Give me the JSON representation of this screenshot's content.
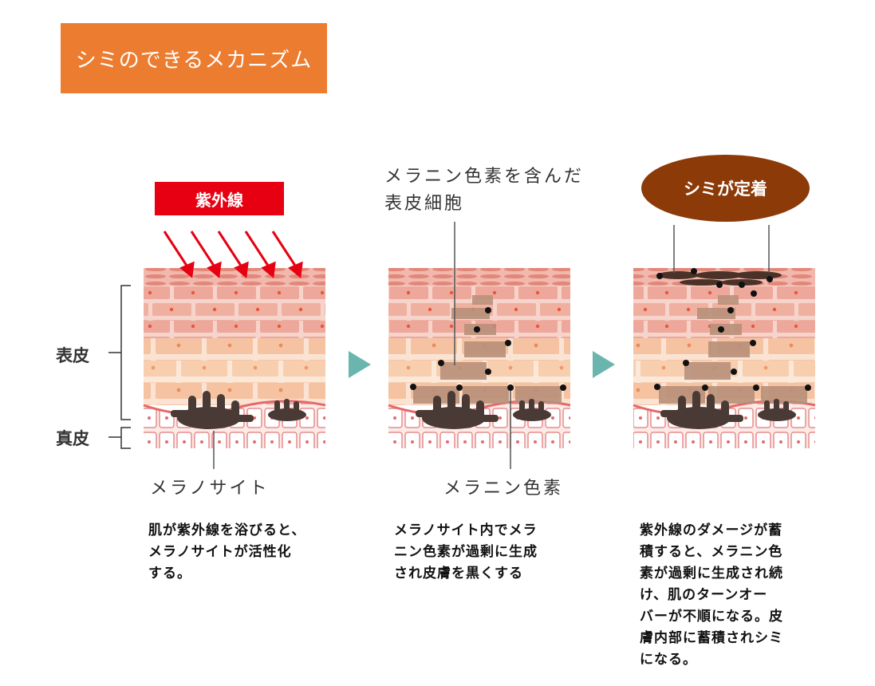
{
  "title": "シミのできるメカニズム",
  "uv_label": "紫外線",
  "settled_label": "シミが定着",
  "layer_labels": {
    "epidermis": "表皮",
    "dermis": "真皮"
  },
  "annotations": {
    "melanocyte": "メラノサイト",
    "melanin_cells": [
      "メラニン色素を含んだ",
      "表皮細胞"
    ],
    "melanin": "メラニン色素"
  },
  "captions": {
    "step1": [
      "肌が紫外線を浴びると、",
      "メラノサイトが活性化",
      "する。"
    ],
    "step2": [
      "メラノサイト内でメラ",
      "ニン色素が過剰に生成",
      "され皮膚を黒くする"
    ],
    "step3": [
      "紫外線のダメージが蓄",
      "積すると、メラニン色",
      "素が過剰に生成され続",
      "け、肌のターンオー",
      "バーが不順になる。皮",
      "膚内部に蓄積されシミ",
      "になる。"
    ]
  },
  "colors": {
    "title_bg": "#ec7c30",
    "uv_red": "#e60012",
    "spot_brown": "#8b3a08",
    "arrow_teal": "#6ab5ad",
    "melanin": "#4a3a36"
  }
}
